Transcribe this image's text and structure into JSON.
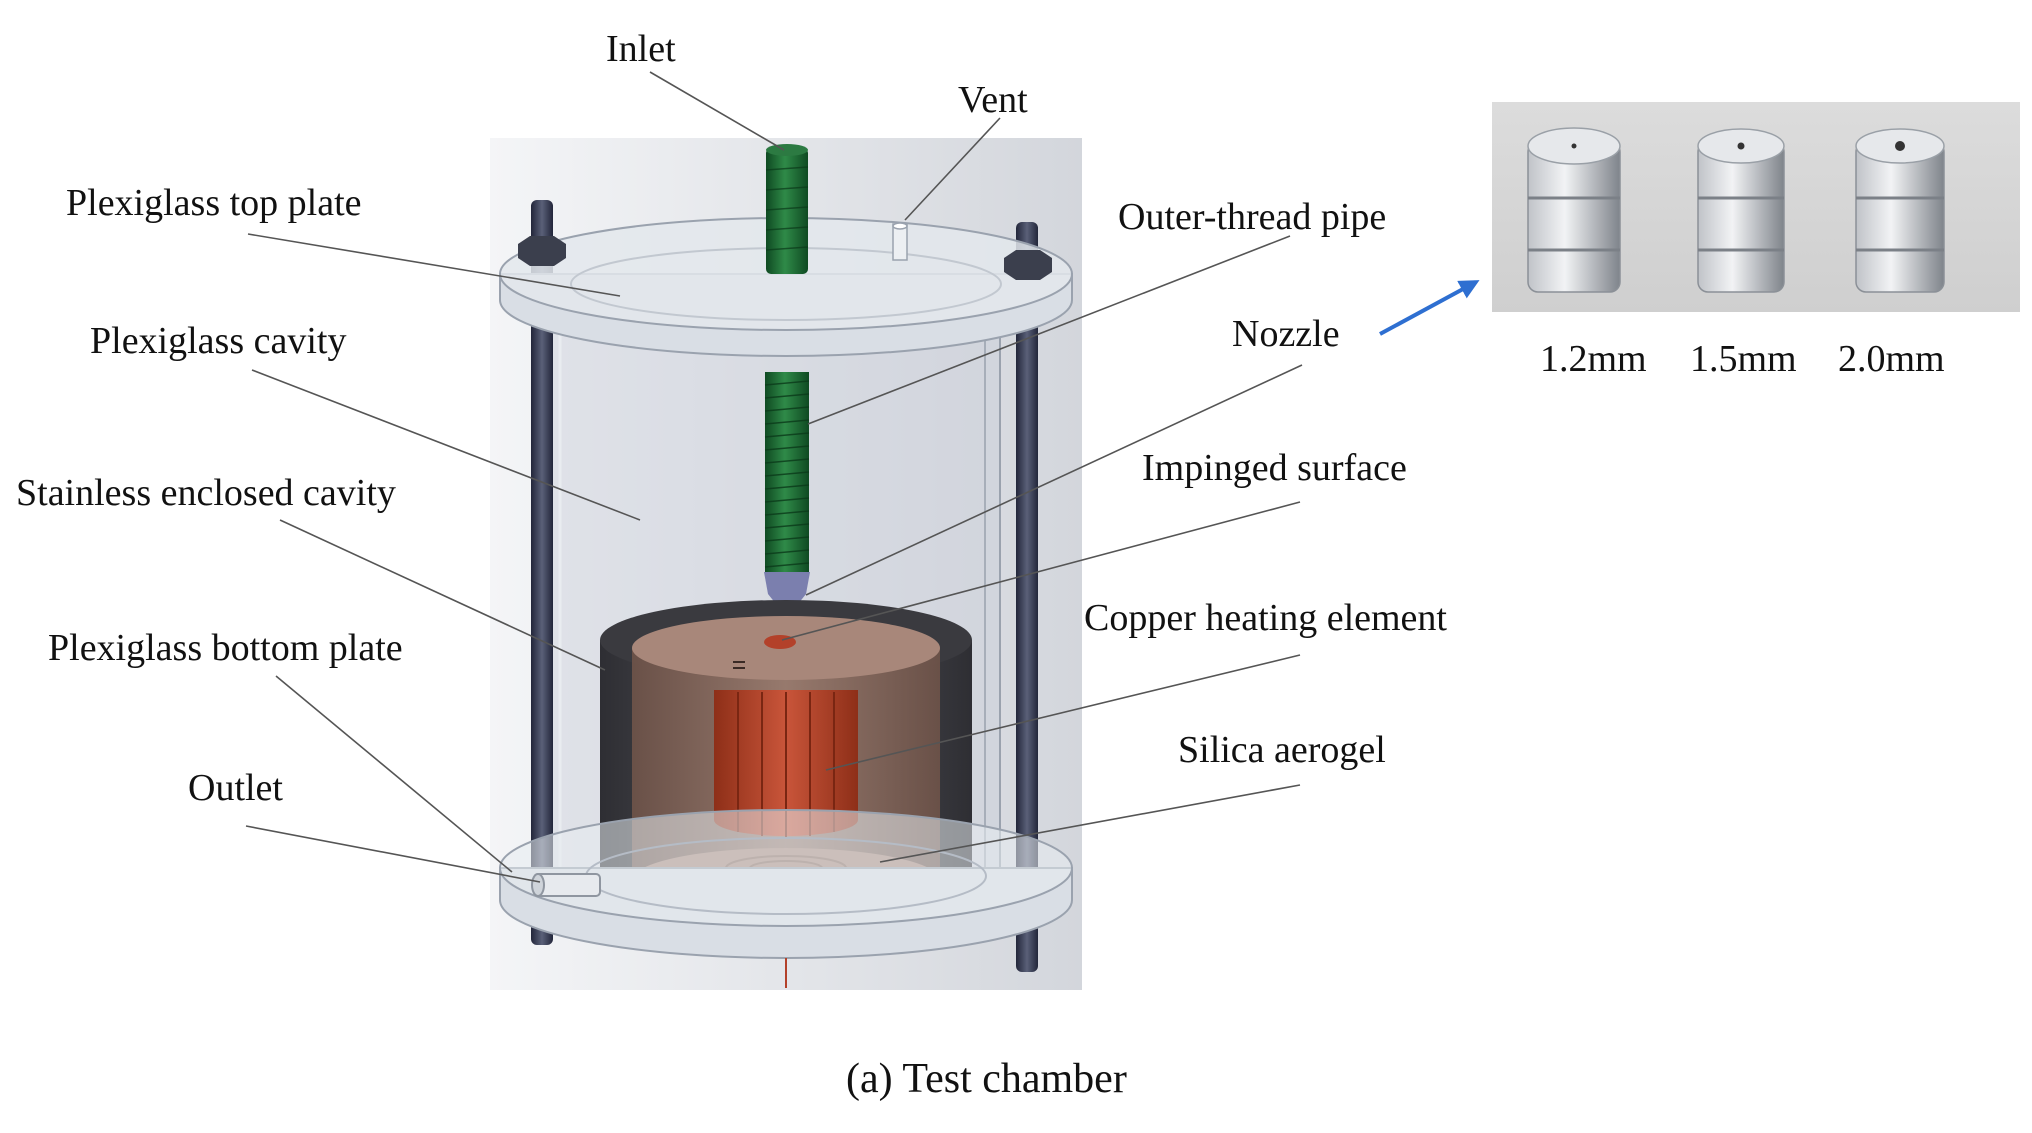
{
  "labels": {
    "inlet": "Inlet",
    "vent": "Vent",
    "top_plate": "Plexiglass top plate",
    "outer_thread_pipe": "Outer-thread pipe",
    "cavity": "Plexiglass cavity",
    "nozzle": "Nozzle",
    "stainless_cavity": "Stainless enclosed cavity",
    "impinged_surface": "Impinged surface",
    "copper_heating": "Copper heating element",
    "bottom_plate": "Plexiglass bottom plate",
    "silica_aerogel": "Silica aerogel",
    "outlet": "Outlet"
  },
  "nozzle_sizes": [
    "1.2mm",
    "1.5mm",
    "2.0mm"
  ],
  "caption": "(a) Test chamber",
  "colors": {
    "inlet_pipe": "#1f6b35",
    "rod": "#3a3f52",
    "copper": "#b5452a",
    "stainless": "#4a4a4e",
    "arrow": "#2e6fd1",
    "plexiglass": "#dde3ea"
  }
}
